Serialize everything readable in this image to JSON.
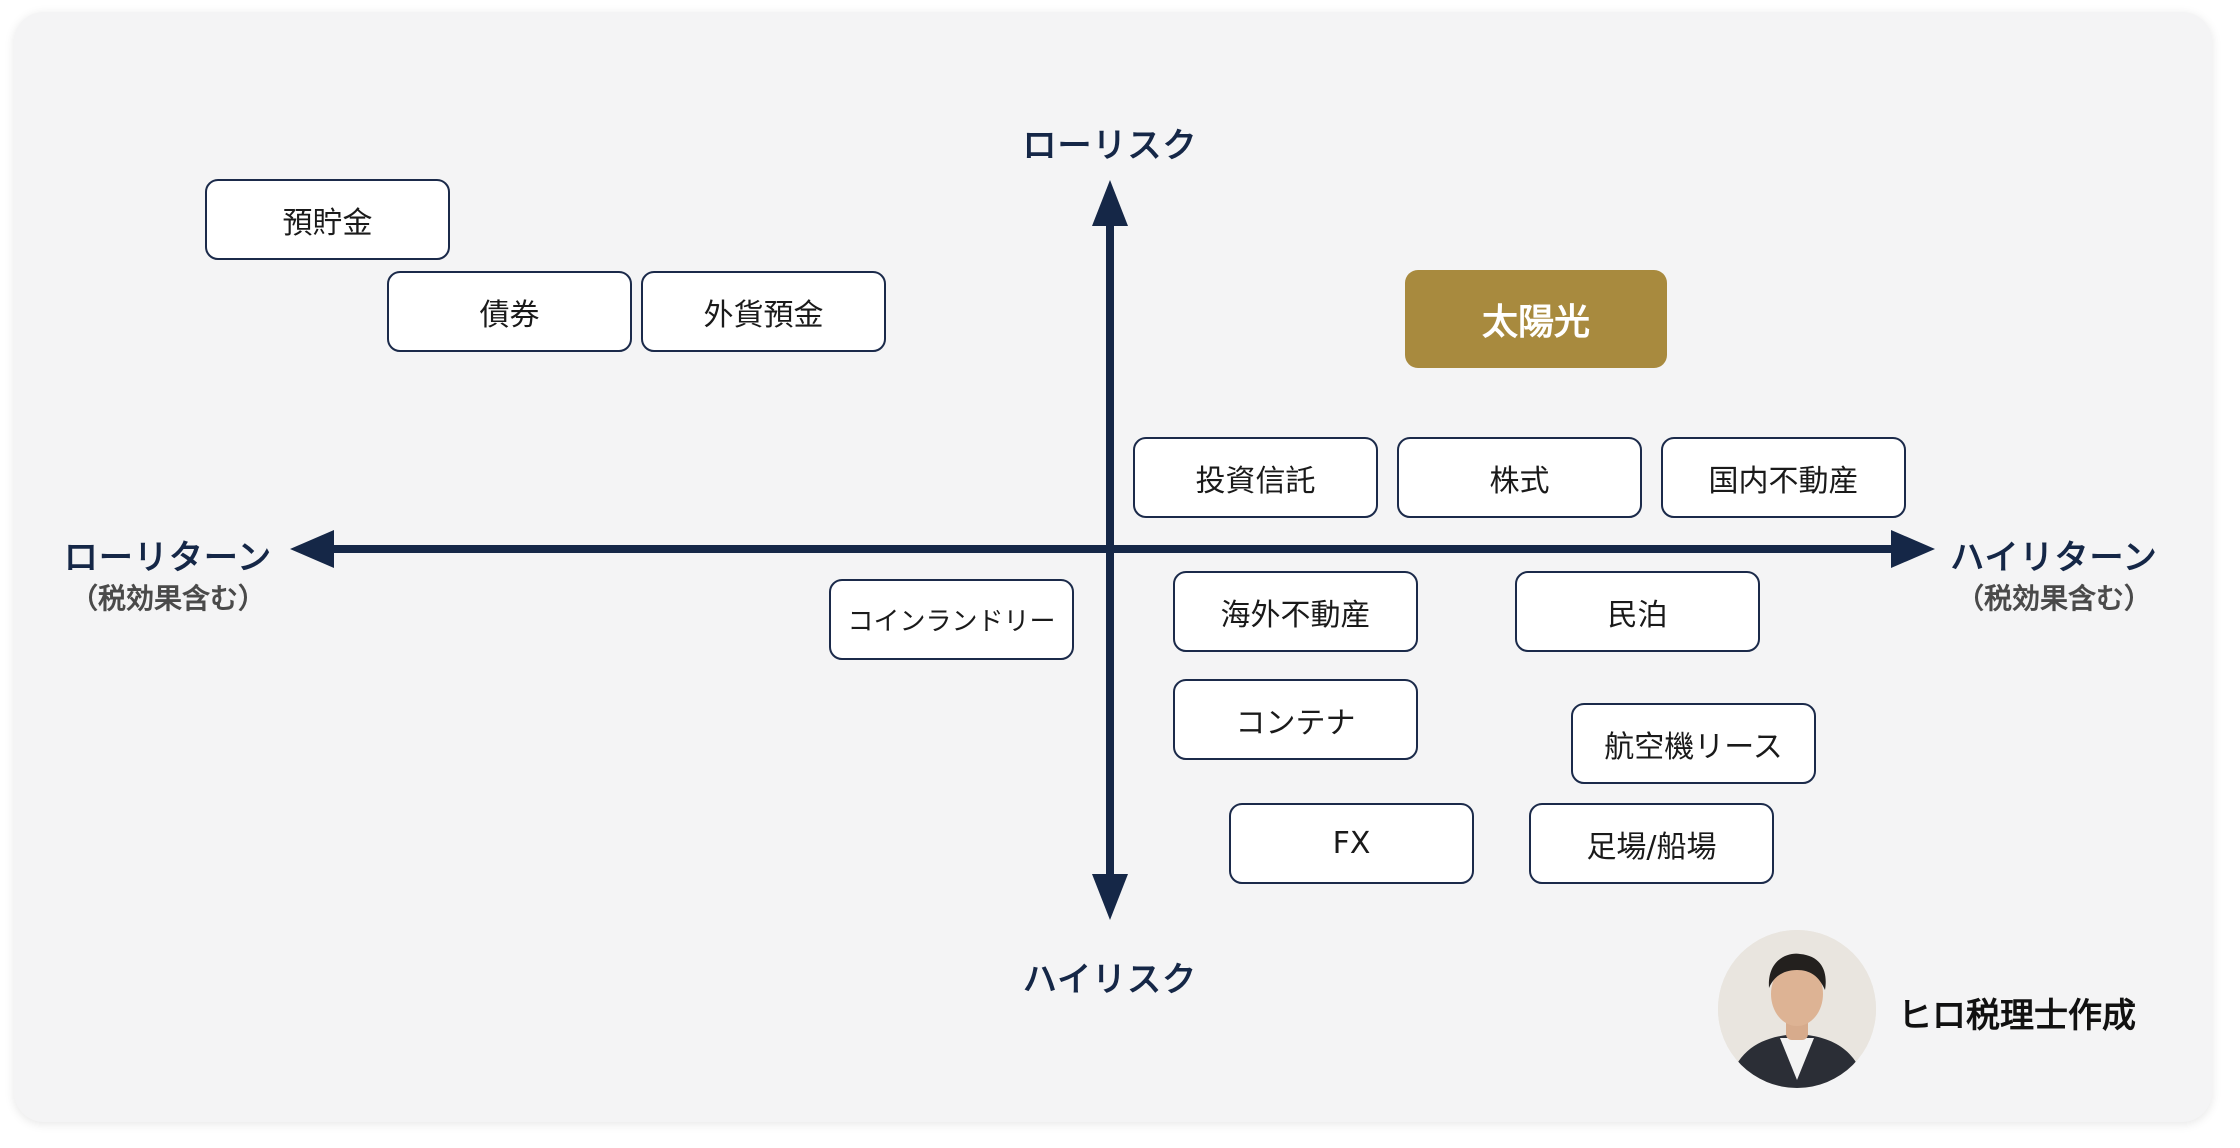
{
  "axes": {
    "top": "ローリスク",
    "bottom": "ハイリスク",
    "left": "ローリターン",
    "left_sub": "（税効果含む）",
    "right": "ハイリターン",
    "right_sub": "（税効果含む）"
  },
  "items": {
    "deposit": "預貯金",
    "bond": "債券",
    "fx_deposit": "外貨預金",
    "solar": "太陽光",
    "mutual_fund": "投資信託",
    "stock": "株式",
    "domestic_re": "国内不動産",
    "laundry": "コインランドリー",
    "overseas_re": "海外不動産",
    "minpaku": "民泊",
    "container": "コンテナ",
    "aircraft": "航空機リース",
    "fx": "FX",
    "scaffold_ship": "足場/船場"
  },
  "credit": "ヒロ税理士作成",
  "colors": {
    "navy": "#152747",
    "gold": "#a88a3e",
    "background": "#f4f4f5"
  }
}
